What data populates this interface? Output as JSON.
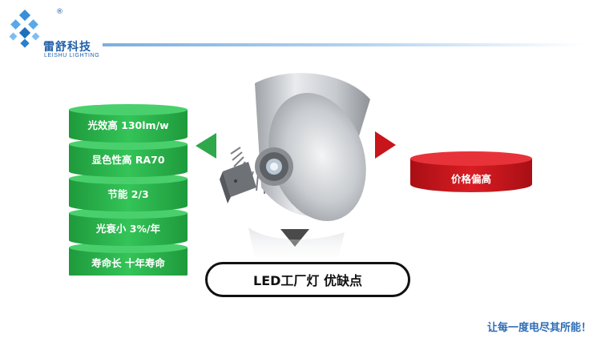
{
  "logo": {
    "name": "雷舒科技",
    "english": "LEISHU LIGHTING",
    "registered": "®",
    "icon": "diamond-pixel-logo-icon"
  },
  "title": "LED工厂灯 优缺点",
  "pros": {
    "items": [
      "光效高 130lm/w",
      "显色性高 RA70",
      "节能 2/3",
      "光衰小 3%/年",
      "寿命长 十年寿命"
    ],
    "color": "#2db84e"
  },
  "cons": {
    "items": [
      "价格偏高"
    ],
    "color": "#c8141b"
  },
  "icons": {
    "left_arrow": "green-triangle-left-icon",
    "right_arrow": "red-triangle-right-icon",
    "down_arrow": "gray-triangle-down-icon",
    "lamp": "led-high-bay-lamp"
  },
  "slogan": "让每一度电尽其所能！"
}
